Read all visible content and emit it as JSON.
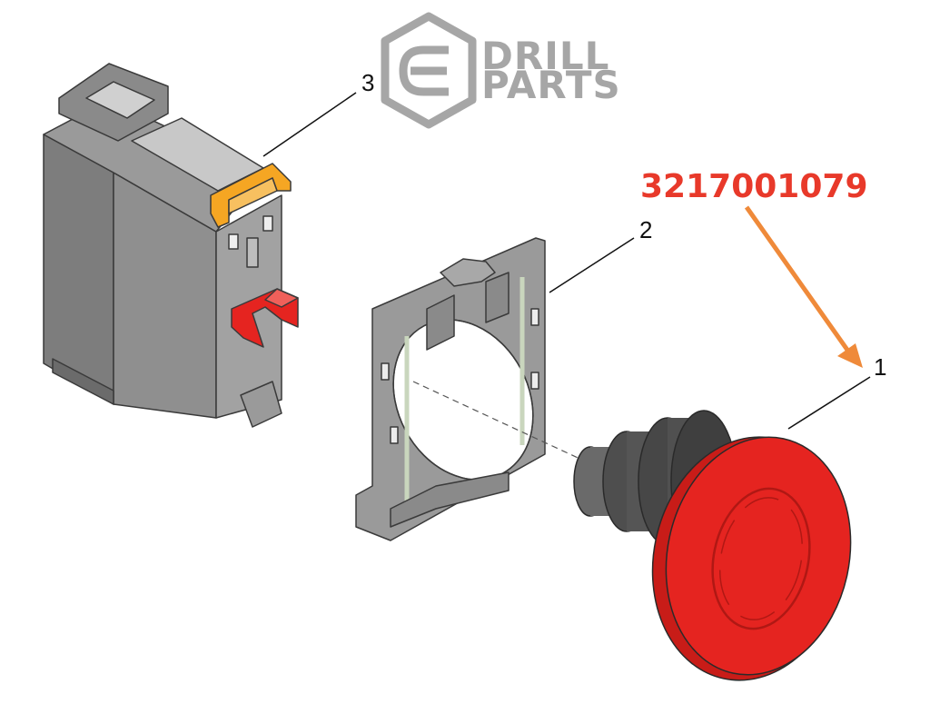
{
  "logo": {
    "line1": "DRILL",
    "line2": "PARTS",
    "color": "#a6a6a6"
  },
  "part_number": {
    "text": "3217001079",
    "color": "#e8392a"
  },
  "callouts": [
    {
      "label": "1"
    },
    {
      "label": "2"
    },
    {
      "label": "3"
    }
  ],
  "colors": {
    "arrow": "#ef8a3a",
    "mushroom_red": "#e52420",
    "contact_orange": "#f5a623",
    "body_grey": "#8c8c8c",
    "leader": "#111111"
  }
}
